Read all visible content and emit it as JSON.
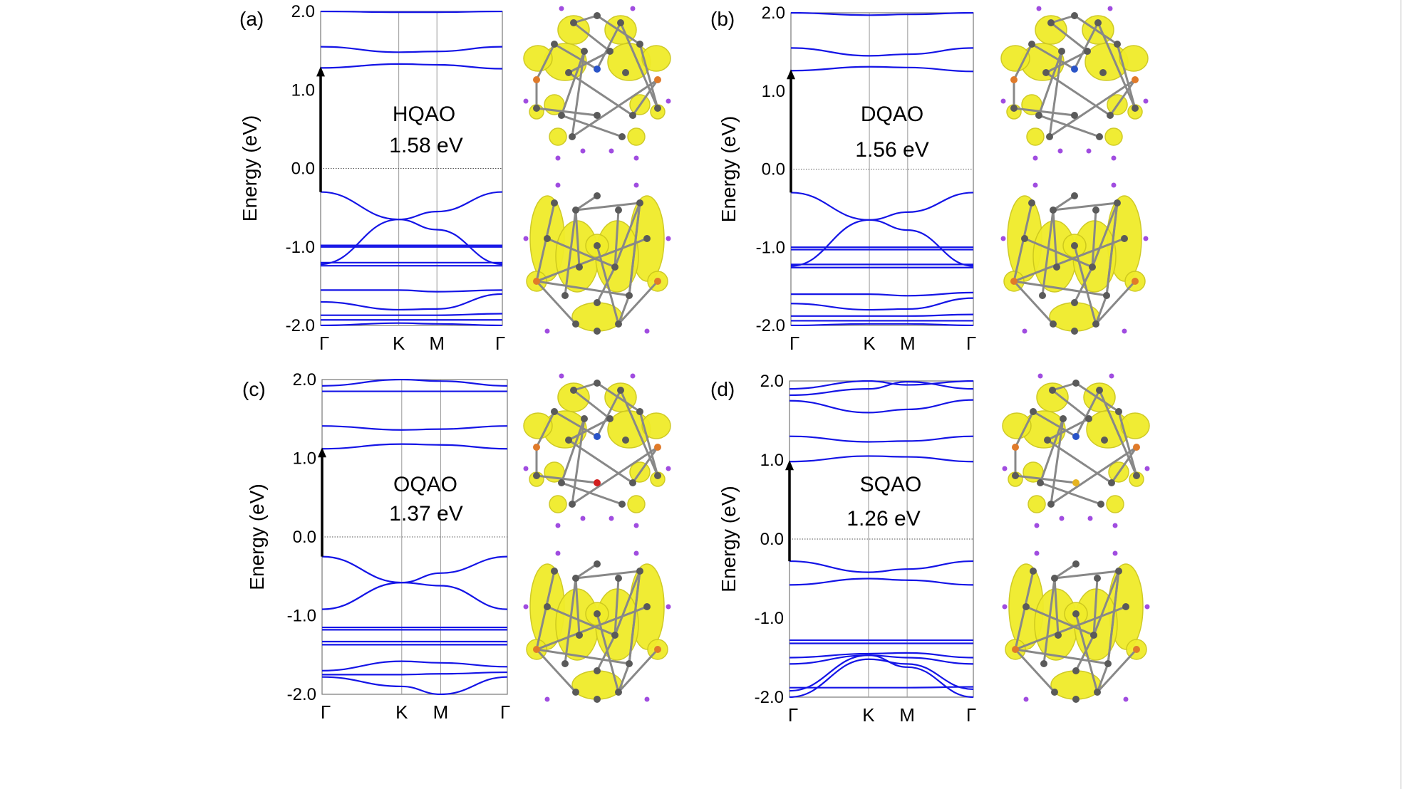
{
  "chart_data": [
    {
      "type": "line",
      "panel_label": "(a)",
      "molecule": "HQAO",
      "gap_label": "1.58 eV",
      "ylabel": "Energy (eV)",
      "yticks": [
        "2.0",
        "1.0",
        "0.0",
        "-1.0",
        "-2.0"
      ],
      "ylim": [
        -2.0,
        2.0
      ],
      "kpoints": [
        "Γ",
        "K",
        "M",
        "Γ"
      ],
      "kpoint_positions": [
        0,
        0.43,
        0.64,
        1
      ],
      "fermi_level": 0.0,
      "gap_arrow": [
        -0.3,
        1.28
      ],
      "bands": [
        {
          "x": [
            0,
            0.43,
            0.64,
            1
          ],
          "y": [
            2.0,
            1.99,
            1.99,
            2.0
          ]
        },
        {
          "x": [
            0,
            0.43,
            0.64,
            1
          ],
          "y": [
            1.55,
            1.48,
            1.49,
            1.55
          ]
        },
        {
          "x": [
            0,
            0.43,
            0.64,
            1
          ],
          "y": [
            1.28,
            1.33,
            1.32,
            1.27
          ]
        },
        {
          "x": [
            0,
            0.43,
            0.64,
            1
          ],
          "y": [
            -0.3,
            -0.65,
            -0.55,
            -0.3
          ]
        },
        {
          "x": [
            0,
            0.43,
            0.64,
            1
          ],
          "y": [
            -1.22,
            -0.65,
            -0.78,
            -1.22
          ]
        },
        {
          "x": [
            0,
            0.43,
            0.64,
            1
          ],
          "y": [
            -0.98,
            -0.98,
            -0.98,
            -0.98
          ]
        },
        {
          "x": [
            0,
            0.43,
            0.64,
            1
          ],
          "y": [
            -1.0,
            -1.0,
            -1.0,
            -1.0
          ]
        },
        {
          "x": [
            0,
            0.43,
            0.64,
            1
          ],
          "y": [
            -1.2,
            -1.2,
            -1.2,
            -1.2
          ]
        },
        {
          "x": [
            0,
            0.43,
            0.64,
            1
          ],
          "y": [
            -1.24,
            -1.24,
            -1.24,
            -1.24
          ]
        },
        {
          "x": [
            0,
            0.43,
            0.64,
            1
          ],
          "y": [
            -1.55,
            -1.55,
            -1.57,
            -1.55
          ]
        },
        {
          "x": [
            0,
            0.43,
            0.64,
            1
          ],
          "y": [
            -1.7,
            -1.8,
            -1.79,
            -1.6
          ]
        },
        {
          "x": [
            0,
            0.43,
            0.64,
            1
          ],
          "y": [
            -1.87,
            -1.87,
            -1.87,
            -1.85
          ]
        },
        {
          "x": [
            0,
            0.43,
            0.64,
            1
          ],
          "y": [
            -1.93,
            -1.93,
            -1.93,
            -1.93
          ]
        },
        {
          "x": [
            0,
            0.43,
            0.64,
            1
          ],
          "y": [
            -2.0,
            -1.97,
            -1.98,
            -2.0
          ]
        }
      ]
    },
    {
      "type": "line",
      "panel_label": "(b)",
      "molecule": "DQAO",
      "gap_label": "1.56 eV",
      "ylabel": "Energy (eV)",
      "yticks": [
        "2.0",
        "1.0",
        "0.0",
        "-1.0",
        "-2.0"
      ],
      "ylim": [
        -2.0,
        2.0
      ],
      "kpoints": [
        "Γ",
        "K",
        "M",
        "Γ"
      ],
      "kpoint_positions": [
        0,
        0.43,
        0.64,
        1
      ],
      "fermi_level": 0.0,
      "gap_arrow": [
        -0.3,
        1.26
      ],
      "bands": [
        {
          "x": [
            0,
            0.43,
            0.64,
            1
          ],
          "y": [
            2.0,
            1.97,
            1.98,
            2.0
          ]
        },
        {
          "x": [
            0,
            0.43,
            0.64,
            1
          ],
          "y": [
            1.55,
            1.45,
            1.47,
            1.55
          ]
        },
        {
          "x": [
            0,
            0.43,
            0.64,
            1
          ],
          "y": [
            1.26,
            1.31,
            1.3,
            1.25
          ]
        },
        {
          "x": [
            0,
            0.43,
            0.64,
            1
          ],
          "y": [
            -0.3,
            -0.65,
            -0.55,
            -0.3
          ]
        },
        {
          "x": [
            0,
            0.43,
            0.64,
            1
          ],
          "y": [
            -1.24,
            -0.65,
            -0.78,
            -1.24
          ]
        },
        {
          "x": [
            0,
            0.43,
            0.64,
            1
          ],
          "y": [
            -1.0,
            -1.0,
            -1.0,
            -1.0
          ]
        },
        {
          "x": [
            0,
            0.43,
            0.64,
            1
          ],
          "y": [
            -1.03,
            -1.03,
            -1.03,
            -1.03
          ]
        },
        {
          "x": [
            0,
            0.43,
            0.64,
            1
          ],
          "y": [
            -1.22,
            -1.22,
            -1.22,
            -1.22
          ]
        },
        {
          "x": [
            0,
            0.43,
            0.64,
            1
          ],
          "y": [
            -1.26,
            -1.26,
            -1.26,
            -1.26
          ]
        },
        {
          "x": [
            0,
            0.43,
            0.64,
            1
          ],
          "y": [
            -1.6,
            -1.6,
            -1.62,
            -1.58
          ]
        },
        {
          "x": [
            0,
            0.43,
            0.64,
            1
          ],
          "y": [
            -1.72,
            -1.8,
            -1.79,
            -1.65
          ]
        },
        {
          "x": [
            0,
            0.43,
            0.64,
            1
          ],
          "y": [
            -1.88,
            -1.88,
            -1.88,
            -1.86
          ]
        },
        {
          "x": [
            0,
            0.43,
            0.64,
            1
          ],
          "y": [
            -1.94,
            -1.94,
            -1.94,
            -1.94
          ]
        },
        {
          "x": [
            0,
            0.43,
            0.64,
            1
          ],
          "y": [
            -2.0,
            -1.98,
            -1.98,
            -2.0
          ]
        }
      ]
    },
    {
      "type": "line",
      "panel_label": "(c)",
      "molecule": "OQAO",
      "gap_label": "1.37 eV",
      "ylabel": "Energy (eV)",
      "yticks": [
        "2.0",
        "1.0",
        "0.0",
        "-1.0",
        "-2.0"
      ],
      "ylim": [
        -2.0,
        2.0
      ],
      "kpoints": [
        "Γ",
        "K",
        "M",
        "Γ"
      ],
      "kpoint_positions": [
        0,
        0.43,
        0.64,
        1
      ],
      "fermi_level": 0.0,
      "gap_arrow": [
        -0.25,
        1.12
      ],
      "bands": [
        {
          "x": [
            0,
            0.43,
            0.64,
            1
          ],
          "y": [
            1.92,
            2.0,
            1.98,
            1.92
          ]
        },
        {
          "x": [
            0,
            0.43,
            0.64,
            1
          ],
          "y": [
            1.85,
            1.85,
            1.85,
            1.85
          ]
        },
        {
          "x": [
            0,
            0.43,
            0.64,
            1
          ],
          "y": [
            1.41,
            1.36,
            1.37,
            1.41
          ]
        },
        {
          "x": [
            0,
            0.43,
            0.64,
            1
          ],
          "y": [
            1.12,
            1.18,
            1.17,
            1.12
          ]
        },
        {
          "x": [
            0,
            0.43,
            0.64,
            1
          ],
          "y": [
            -0.25,
            -0.58,
            -0.46,
            -0.25
          ]
        },
        {
          "x": [
            0,
            0.43,
            0.64,
            1
          ],
          "y": [
            -0.92,
            -0.58,
            -0.62,
            -0.92
          ]
        },
        {
          "x": [
            0,
            0.43,
            0.64,
            1
          ],
          "y": [
            -1.15,
            -1.15,
            -1.15,
            -1.15
          ]
        },
        {
          "x": [
            0,
            0.43,
            0.64,
            1
          ],
          "y": [
            -1.18,
            -1.18,
            -1.18,
            -1.18
          ]
        },
        {
          "x": [
            0,
            0.43,
            0.64,
            1
          ],
          "y": [
            -1.33,
            -1.33,
            -1.33,
            -1.33
          ]
        },
        {
          "x": [
            0,
            0.43,
            0.64,
            1
          ],
          "y": [
            -1.37,
            -1.37,
            -1.37,
            -1.37
          ]
        },
        {
          "x": [
            0,
            0.43,
            0.64,
            1
          ],
          "y": [
            -1.7,
            -1.58,
            -1.6,
            -1.65
          ]
        },
        {
          "x": [
            0,
            0.43,
            0.64,
            1
          ],
          "y": [
            -1.75,
            -1.75,
            -1.74,
            -1.72
          ]
        },
        {
          "x": [
            0,
            0.43,
            0.64,
            1
          ],
          "y": [
            -1.78,
            -1.9,
            -2.0,
            -1.78
          ]
        }
      ]
    },
    {
      "type": "line",
      "panel_label": "(d)",
      "molecule": "SQAO",
      "gap_label": "1.26 eV",
      "ylabel": "Energy (eV)",
      "yticks": [
        "2.0",
        "1.0",
        "0.0",
        "-1.0",
        "-2.0"
      ],
      "ylim": [
        -2.0,
        2.0
      ],
      "kpoints": [
        "Γ",
        "K",
        "M",
        "Γ"
      ],
      "kpoint_positions": [
        0,
        0.43,
        0.64,
        1
      ],
      "fermi_level": 0.0,
      "gap_arrow": [
        -0.28,
        0.98
      ],
      "bands": [
        {
          "x": [
            0,
            0.43,
            0.64,
            1
          ],
          "y": [
            1.9,
            2.0,
            1.95,
            2.0
          ]
        },
        {
          "x": [
            0,
            0.43,
            0.64,
            1
          ],
          "y": [
            1.82,
            1.9,
            1.99,
            1.9
          ]
        },
        {
          "x": [
            0,
            0.43,
            0.64,
            1
          ],
          "y": [
            1.75,
            1.6,
            1.64,
            1.76
          ]
        },
        {
          "x": [
            0,
            0.43,
            0.64,
            1
          ],
          "y": [
            1.3,
            1.23,
            1.24,
            1.3
          ]
        },
        {
          "x": [
            0,
            0.43,
            0.64,
            1
          ],
          "y": [
            0.98,
            1.05,
            1.04,
            0.98
          ]
        },
        {
          "x": [
            0,
            0.43,
            0.64,
            1
          ],
          "y": [
            -0.28,
            -0.42,
            -0.38,
            -0.28
          ]
        },
        {
          "x": [
            0,
            0.43,
            0.64,
            1
          ],
          "y": [
            -0.58,
            -0.5,
            -0.52,
            -0.58
          ]
        },
        {
          "x": [
            0,
            0.43,
            0.64,
            1
          ],
          "y": [
            -1.28,
            -1.28,
            -1.28,
            -1.28
          ]
        },
        {
          "x": [
            0,
            0.43,
            0.64,
            1
          ],
          "y": [
            -1.32,
            -1.32,
            -1.32,
            -1.32
          ]
        },
        {
          "x": [
            0,
            0.43,
            0.64,
            1
          ],
          "y": [
            -1.5,
            -1.45,
            -1.44,
            -1.5
          ]
        },
        {
          "x": [
            0,
            0.43,
            0.64,
            1
          ],
          "y": [
            -1.58,
            -1.47,
            -1.5,
            -1.58
          ]
        },
        {
          "x": [
            0,
            0.43,
            0.64,
            1
          ],
          "y": [
            -1.88,
            -1.88,
            -1.88,
            -1.87
          ]
        },
        {
          "x": [
            0,
            0.43,
            0.64,
            1
          ],
          "y": [
            -1.92,
            -1.47,
            -1.62,
            -2.0
          ]
        },
        {
          "x": [
            0,
            0.43,
            0.64,
            1
          ],
          "y": [
            -2.0,
            -1.52,
            -1.58,
            -1.9
          ]
        }
      ]
    }
  ],
  "colors": {
    "band": "#1414e6",
    "frame": "#777777",
    "fermi": "#555555",
    "orbital": "#f0ec2a",
    "orbital_edge": "#cdc81c",
    "carbon": "#5a5a5a",
    "hydrogen": "#a04ce0",
    "nitrogen": "#2a54c8",
    "oxygen": "#d21e1e",
    "sulfur": "#e6b422",
    "halogen": "#e07a2a"
  }
}
